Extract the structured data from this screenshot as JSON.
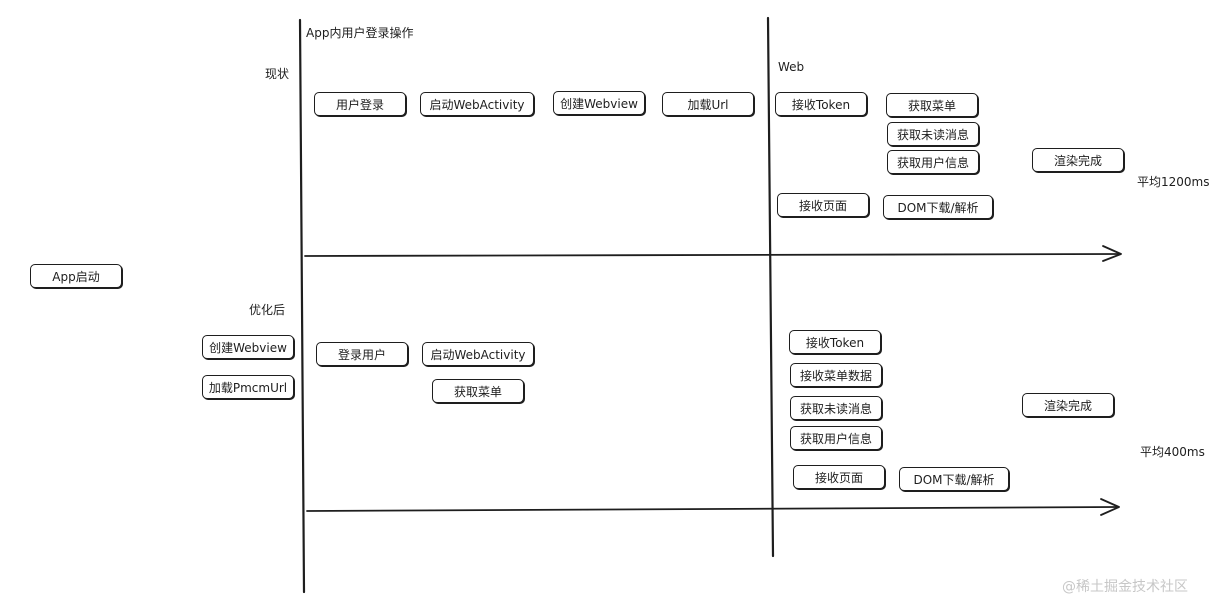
{
  "title": "App内用户登录操作",
  "section_current": "现状",
  "section_optimized": "优化后",
  "web_label": "Web",
  "app_start": "App启动",
  "current": {
    "app_steps": [
      "用户登录",
      "启动WebActivity",
      "创建Webview",
      "加载Url"
    ],
    "web_steps": [
      "接收Token",
      "获取菜单",
      "获取未读消息",
      "获取用户信息",
      "接收页面",
      "DOM下载/解析"
    ],
    "render_done": "渲染完成",
    "avg": "平均1200ms"
  },
  "optimized": {
    "pre_steps": [
      "创建Webview",
      "加载PmcmUrl"
    ],
    "app_steps": [
      "登录用户",
      "启动WebActivity",
      "获取菜单"
    ],
    "web_steps": [
      "接收Token",
      "接收菜单数据",
      "获取未读消息",
      "获取用户信息",
      "接收页面",
      "DOM下载/解析"
    ],
    "render_done": "渲染完成",
    "avg": "平均400ms"
  },
  "watermark": "@稀土掘金技术社区"
}
